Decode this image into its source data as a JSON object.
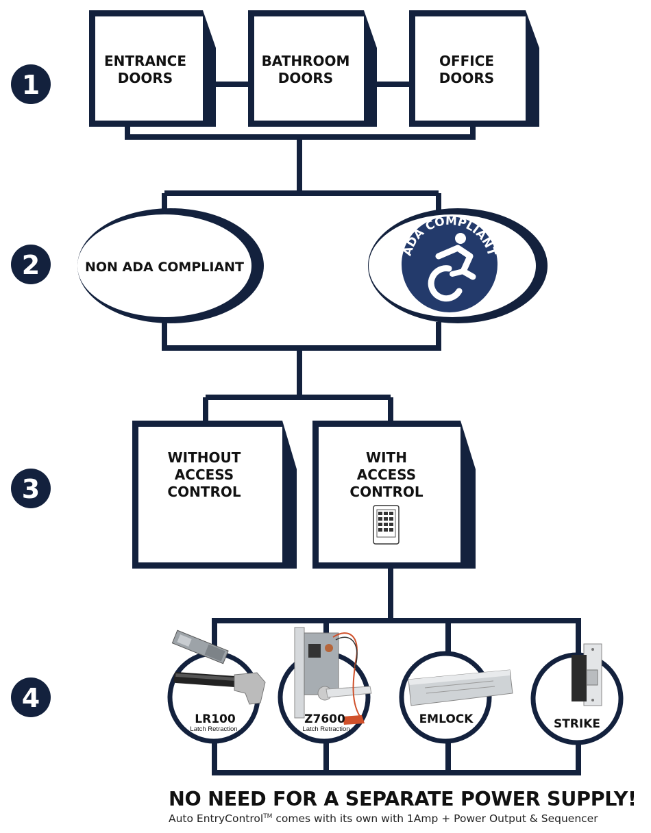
{
  "colors": {
    "navy": "#13213d",
    "white": "#ffffff",
    "text": "#111111",
    "wire_red": "#d0502a"
  },
  "steps": [
    "1",
    "2",
    "3",
    "4"
  ],
  "level1": {
    "entrance": [
      "ENTRANCE",
      "DOORS"
    ],
    "bathroom": [
      "BATHROOM",
      "DOORS"
    ],
    "office": [
      "OFFICE",
      "DOORS"
    ]
  },
  "level2": {
    "non_ada": "NON ADA COMPLIANT",
    "ada_badge": "ADA COMPLIANT",
    "ada_icon": "accessibility-wheelchair-icon"
  },
  "level3": {
    "without": [
      "WITHOUT",
      "ACCESS",
      "CONTROL"
    ],
    "with": [
      "WITH",
      "ACCESS",
      "CONTROL"
    ],
    "with_icon": "keypad-icon"
  },
  "level4": {
    "lr100": {
      "name": "LR100",
      "sub": "Latch Retraction",
      "icon": "exit-device-icon"
    },
    "z7600": {
      "name": "Z7600",
      "sub": "Latch Retraction",
      "icon": "mortise-lock-icon"
    },
    "emlock": {
      "name": "EMLOCK",
      "icon": "electromagnetic-lock-icon"
    },
    "strike": {
      "name": "STRIKE",
      "icon": "electric-strike-icon"
    }
  },
  "footer": {
    "title": "NO NEED FOR A SEPARATE POWER SUPPLY!",
    "brand": "Auto EntryControl",
    "tm": "TM",
    "rest": " comes with its own with 1Amp + Power Output & Sequencer"
  }
}
